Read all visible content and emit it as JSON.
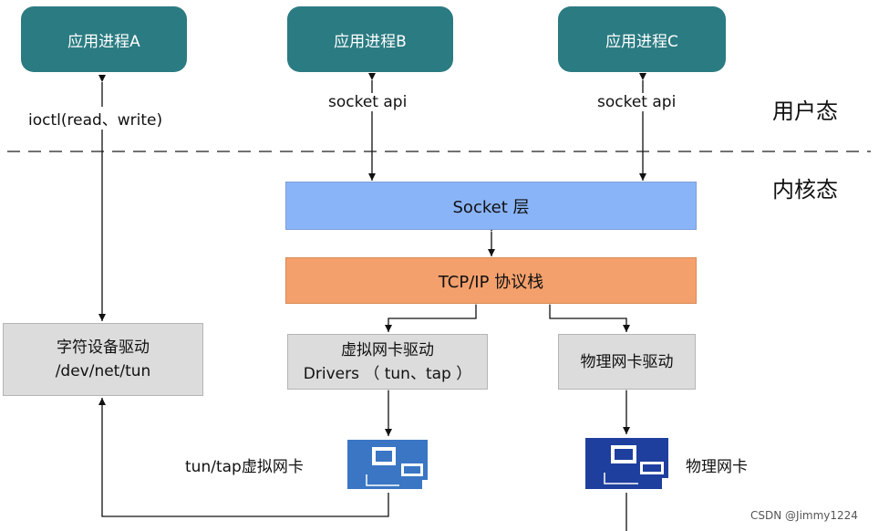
{
  "apps": {
    "a": "应用进程A",
    "b": "应用进程B",
    "c": "应用进程C"
  },
  "labels": {
    "ioctl": "ioctl(read、write)",
    "socket_api_b": "socket api",
    "socket_api_c": "socket api",
    "tun_nic": "tun/tap虚拟网卡",
    "phys_nic": "物理网卡"
  },
  "zones": {
    "user": "用户态",
    "kernel": "内核态"
  },
  "layers": {
    "socket": "Socket 层",
    "tcpip": "TCP/IP 协议栈"
  },
  "drivers": {
    "char_line1": "字符设备驱动",
    "char_line2": "/dev/net/tun",
    "virt_line1": "虚拟网卡驱动",
    "virt_line2": "Drivers （ tun、tap ）",
    "phys": "物理网卡驱动"
  },
  "watermark": "CSDN @Jimmy1224",
  "colors": {
    "app": "#2b7b82",
    "socket_layer": "#8ab4f8",
    "tcpip_layer": "#f4a06c",
    "driver": "#dcdcdc",
    "virtual_nic": "#3a76c4",
    "physical_nic": "#1f3f9e"
  }
}
